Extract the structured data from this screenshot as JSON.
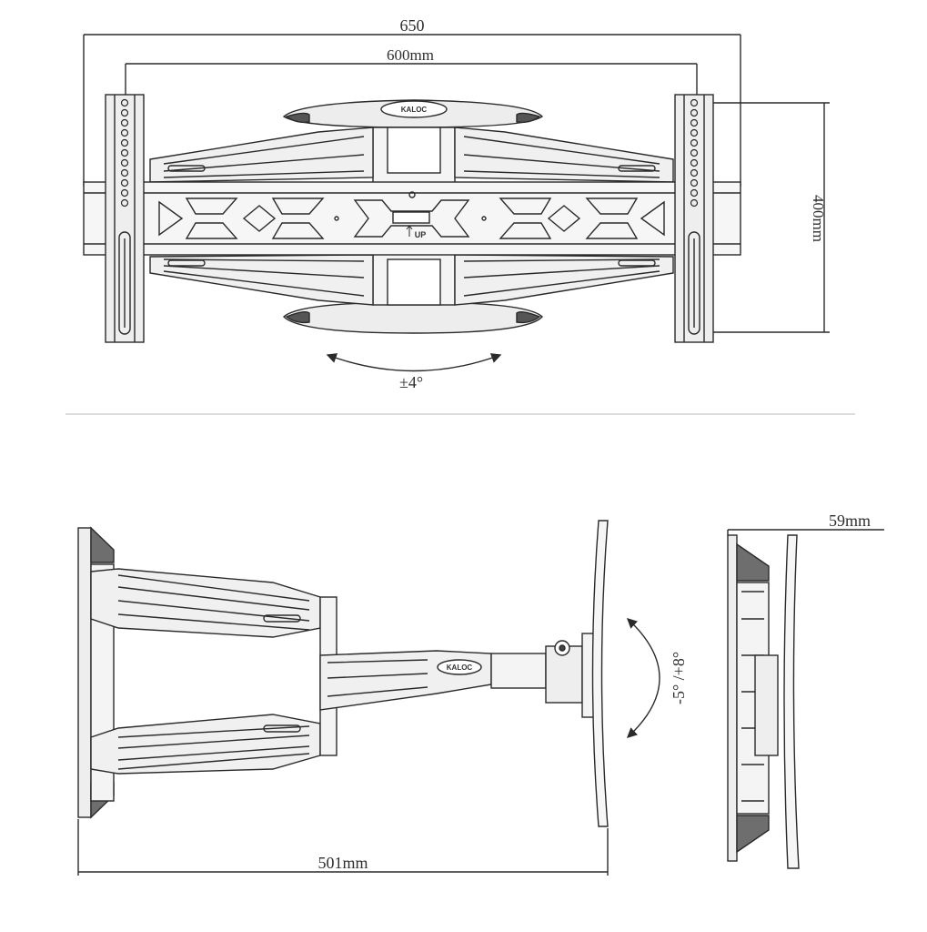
{
  "top_view": {
    "dim_overall_width": "650",
    "dim_vesa_width": "600mm",
    "dim_vesa_height": "400mm",
    "tilt_angle": "±4°",
    "brand_label": "KALOC",
    "up_label": "UP"
  },
  "side_view": {
    "dim_extension": "501mm",
    "tilt_range": "-5° /+8°",
    "brand_label": "KALOC"
  },
  "profile_view": {
    "dim_depth": "59mm"
  },
  "colors": {
    "line": "#2a2a2a",
    "fill_light": "#e6e6e6",
    "fill_dark": "#8c8c8c"
  }
}
